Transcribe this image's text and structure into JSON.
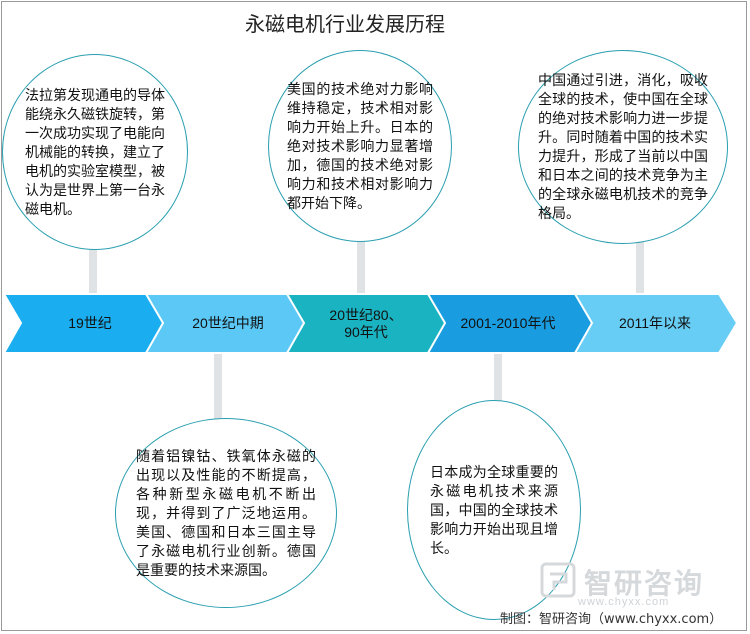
{
  "title": "永磁电机行业发展历程",
  "colors": {
    "arrow_bright": "#1aaef0",
    "arrow_light": "#5bc8f5",
    "arrow_teal": "#1ab3c2",
    "arrow_blue": "#1a9de0",
    "arrow_sky": "#67cdf5",
    "bubble_border": "#2a9fb0",
    "connector": "#dfe3e6"
  },
  "timeline": [
    {
      "label": "19世纪"
    },
    {
      "label": "20世纪中期"
    },
    {
      "label": "20世纪80、90年代"
    },
    {
      "label": "2001-2010年代"
    },
    {
      "label": "2011年以来"
    }
  ],
  "bubbles": [
    {
      "text": "法拉第发现通电的导体能绕永久磁铁旋转，第一次成功实现了电能向机械能的转换，建立了电机的实验室模型，被认为是世界上第一台永磁电机。"
    },
    {
      "text": "随着铝镍钴、铁氧体永磁的出现以及性能的不断提高，各种新型永磁电机不断出现，并得到了广泛地运用。美国、德国和日本三国主导了永磁电机行业创新。德国是重要的技术来源国。"
    },
    {
      "text": "美国的技术绝对力影响维持稳定，技术相对影响力开始上升。日本的绝对技术影响力显著增加，德国的技术绝对影响力和技术相对影响力都开始下降。"
    },
    {
      "text": "日本成为全球重要的永磁电机技术来源国，中国的全球技术影响力开始出现且增长。"
    },
    {
      "text": "中国通过引进，消化，吸收全球的技术，使中国在全球的绝对技术影响力进一步提升。同时随着中国的技术实力提升，形成了当前以中国和日本之间的技术竞争为主的全球永磁电机技术的竞争格局。"
    }
  ],
  "footer": "制图：智研咨询（www.chyxx.com）",
  "watermark": {
    "name": "智研咨询",
    "url": "www.chyxx.com"
  }
}
